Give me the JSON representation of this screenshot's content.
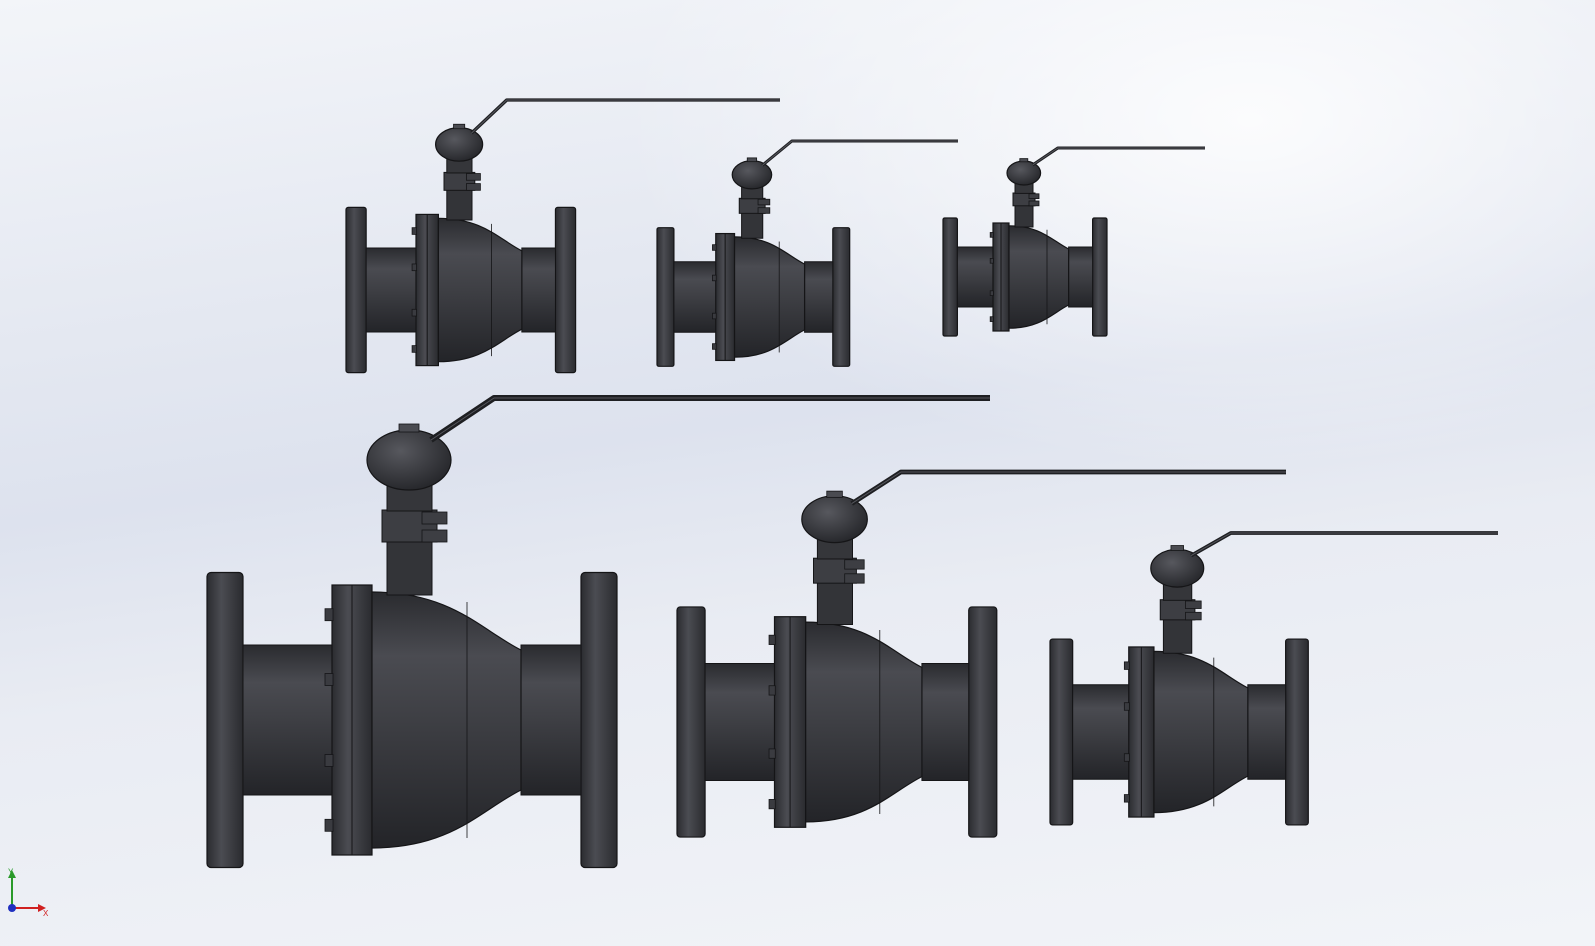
{
  "viewport": {
    "description_free": true,
    "part_color": "#3c3d42",
    "part_dark": "#26272b",
    "part_light": "#5b5c63",
    "outline_color": "#151517"
  },
  "valves": [
    {
      "id": "valve-small-top-1"
    },
    {
      "id": "valve-small-top-2"
    },
    {
      "id": "valve-small-top-3"
    },
    {
      "id": "valve-large-bottom-1"
    },
    {
      "id": "valve-large-bottom-2"
    },
    {
      "id": "valve-large-bottom-3"
    }
  ],
  "triad": {
    "y_label": "Y",
    "x_label": "X",
    "y_color": "#2a9a2a",
    "x_color": "#d02020",
    "z_color": "#2030c0"
  }
}
